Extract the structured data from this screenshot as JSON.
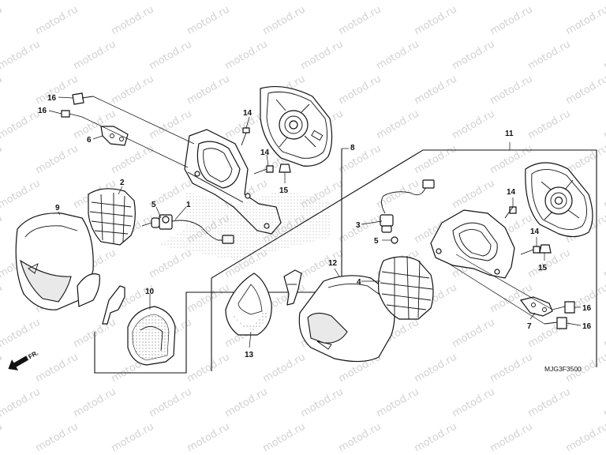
{
  "watermark": {
    "text": "motod.ru",
    "color": "#d2d2d2"
  },
  "diagram_code": "MJG3F3500",
  "direction_label": "FR.",
  "callouts": {
    "c1": "1",
    "c2": "2",
    "c3": "3",
    "c4": "4",
    "c5a": "5",
    "c5b": "5",
    "c6": "6",
    "c7": "7",
    "c8": "8",
    "c9": "9",
    "c10": "10",
    "c11": "11",
    "c12": "12",
    "c13": "13",
    "c14a": "14",
    "c14b": "14",
    "c14c": "14",
    "c14d": "14",
    "c15a": "15",
    "c15b": "15",
    "c16a": "16",
    "c16b": "16",
    "c16c": "16",
    "c16d": "16"
  }
}
